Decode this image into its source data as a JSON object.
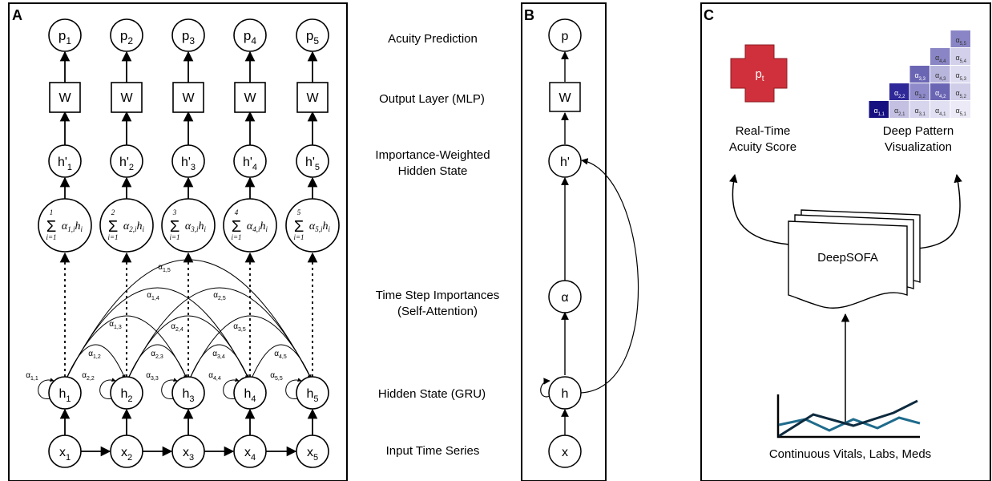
{
  "panels": {
    "a": {
      "label": "A"
    },
    "b": {
      "label": "B"
    },
    "c": {
      "label": "C"
    }
  },
  "panel_a": {
    "predictions": [
      "p1",
      "p2",
      "p3",
      "p4",
      "p5"
    ],
    "weights": [
      "W",
      "W",
      "W",
      "W",
      "W"
    ],
    "weighted_states": [
      "h'1",
      "h'2",
      "h'3",
      "h'4",
      "h'5"
    ],
    "sums": [
      "Σ α1,i hi (i=1..1)",
      "Σ α2,i hi (i=1..2)",
      "Σ α3,i hi (i=1..3)",
      "Σ α4,i hi (i=1..4)",
      "Σ α5,i hi (i=1..5)"
    ],
    "sum_upper": [
      "1",
      "2",
      "3",
      "4",
      "5"
    ],
    "sum_lower": "i=1",
    "sum_weight_index": [
      "1",
      "2",
      "3",
      "4",
      "5"
    ],
    "hidden_states": [
      "h1",
      "h2",
      "h3",
      "h4",
      "h5"
    ],
    "inputs": [
      "x1",
      "x2",
      "x3",
      "x4",
      "x5"
    ],
    "attention_labels": [
      "α1,1",
      "α1,2",
      "α1,3",
      "α1,4",
      "α1,5",
      "α2,2",
      "α2,3",
      "α2,4",
      "α2,5",
      "α3,3",
      "α3,4",
      "α3,5",
      "α4,4",
      "α4,5",
      "α5,5"
    ]
  },
  "layers": {
    "acuity": "Acuity Prediction",
    "output": "Output Layer (MLP)",
    "weighted_line1": "Importance-Weighted",
    "weighted_line2": "Hidden State",
    "importances_line1": "Time Step Importances",
    "importances_line2": "(Self-Attention)",
    "hidden": "Hidden State (GRU)",
    "input": "Input Time Series"
  },
  "panel_b": {
    "p": "p",
    "w": "W",
    "h_prime": "h'",
    "alpha": "α",
    "h": "h",
    "x": "x"
  },
  "panel_c": {
    "cross_label": "pt",
    "score_line1": "Real-Time",
    "score_line2": "Acuity Score",
    "viz_line1": "Deep Pattern",
    "viz_line2": "Visualization",
    "model": "DeepSOFA",
    "inputs": "Continuous Vitals, Labs, Meds",
    "matrix": [
      [
        "α5,5"
      ],
      [
        "α4,4",
        "α5,4"
      ],
      [
        "α3,3",
        "α4,3",
        "α5,3"
      ],
      [
        "α2,2",
        "α3,2",
        "α4,2",
        "α5,2"
      ],
      [
        "α1,1",
        "α2,1",
        "α3,1",
        "α4,1",
        "α5,1"
      ]
    ],
    "matrix_colors": [
      [
        "#8a86c6"
      ],
      [
        "#8a86c6",
        "#d2d0ea"
      ],
      [
        "#6b66b4",
        "#b8b5dd",
        "#dedcf0"
      ],
      [
        "#2e2899",
        "#8f8bcb",
        "#6b66b4",
        "#cfcde8"
      ],
      [
        "#161080",
        "#c3c0e2",
        "#d7d5ed",
        "#e1e0f2",
        "#ebeaf6"
      ]
    ],
    "cross_color": "#d0303b",
    "line_colors": [
      "#1f6b8c",
      "#0d2a3e"
    ]
  }
}
